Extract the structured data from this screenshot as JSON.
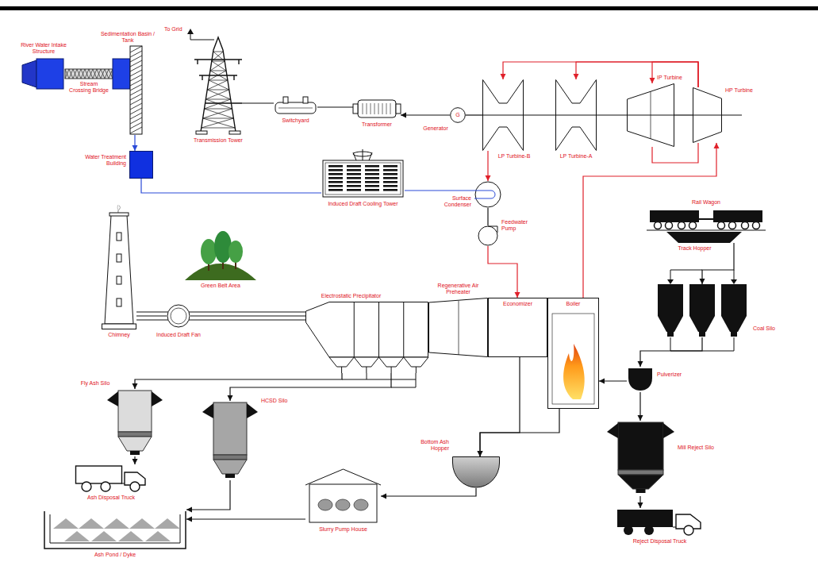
{
  "diagram": {
    "nodes": [
      {
        "text": [
          "River Water Intake Structure"
        ]
      },
      {
        "text": [
          "Stream Crossing Bridge"
        ]
      },
      {
        "text": [
          "Sedimentation Basin / Tank"
        ]
      },
      {
        "text": [
          "Water Treatment Building"
        ]
      },
      {
        "text": [
          "Transmission Tower"
        ]
      },
      {
        "text": [
          "Switchyard"
        ]
      },
      {
        "text": [
          "Transformer"
        ]
      },
      {
        "text": [
          "G",
          "Generator"
        ]
      },
      {
        "text": [
          "LP Turbine-B"
        ]
      },
      {
        "text": [
          "LP Turbine-A"
        ]
      },
      {
        "text": [
          "IP Turbine"
        ]
      },
      {
        "text": [
          "HP Turbine"
        ]
      },
      {
        "text": [
          "Induced Draft Cooling Tower"
        ]
      },
      {
        "text": [
          "Surface Condenser"
        ]
      },
      {
        "text": [
          "Feedwater Pump"
        ]
      },
      {
        "text": [
          "Rail Wagon"
        ]
      },
      {
        "text": [
          "Track Hopper"
        ]
      },
      {
        "text": [
          "Coal Silo"
        ]
      },
      {
        "text": [
          "Green Belt Area"
        ]
      },
      {
        "text": [
          "Chimney"
        ]
      },
      {
        "text": [
          "Induced Draft Fan"
        ]
      },
      {
        "text": [
          "Electrostatic Precipitator"
        ]
      },
      {
        "text": [
          "Regenerative Air Preheater"
        ]
      },
      {
        "text": [
          "Economizer"
        ]
      },
      {
        "text": [
          "Boiler"
        ]
      },
      {
        "text": [
          "Pulverizer"
        ]
      },
      {
        "text": [
          "Fly Ash Silo"
        ]
      },
      {
        "text": [
          "HCSD Silo"
        ]
      },
      {
        "text": [
          "Bottom Ash Hopper"
        ]
      },
      {
        "text": [
          "Mill Reject Silo"
        ]
      },
      {
        "text": [
          "Ash Disposal Truck"
        ]
      },
      {
        "text": [
          "Slurry Pump House"
        ]
      },
      {
        "text": [
          "Reject Disposal Truck"
        ]
      },
      {
        "text": [
          "Ash Pond / Dyke"
        ]
      }
    ],
    "edges": [
      {
        "from": 2,
        "to": 3,
        "arrow": "to"
      },
      {
        "from": 3,
        "to": 12,
        "arrow": "none"
      },
      {
        "from": 12,
        "to": 13,
        "arrow": "none"
      },
      {
        "from": 13,
        "to": 14,
        "arrow": "none"
      },
      {
        "from": 14,
        "to": 23,
        "arrow": "to"
      },
      {
        "from": 24,
        "to": 11,
        "arrow": "to"
      },
      {
        "from": 11,
        "to": 10,
        "arrow": "to"
      },
      {
        "from": 11,
        "to": 9,
        "arrow": "to"
      },
      {
        "from": 11,
        "to": 8,
        "arrow": "to"
      },
      {
        "from": 10,
        "to": 11,
        "arrow": "none"
      },
      {
        "from": 8,
        "to": 13,
        "arrow": "to"
      },
      {
        "from": 8,
        "to": 7,
        "arrow": "none"
      },
      {
        "from": 9,
        "to": 8,
        "arrow": "none"
      },
      {
        "from": 10,
        "to": 9,
        "arrow": "none"
      },
      {
        "from": 11,
        "to": 10,
        "arrow": "none"
      },
      {
        "from": 7,
        "to": 6,
        "arrow": "to"
      },
      {
        "from": 6,
        "to": 5,
        "arrow": "none"
      },
      {
        "from": 5,
        "to": 4,
        "arrow": "none"
      },
      {
        "from": 16,
        "to": 17,
        "arrow": "to"
      },
      {
        "from": 17,
        "to": 25,
        "arrow": "to"
      },
      {
        "from": 25,
        "to": 24,
        "arrow": "to"
      },
      {
        "from": 25,
        "to": 29,
        "arrow": "to"
      },
      {
        "from": 29,
        "to": 32,
        "arrow": "to"
      },
      {
        "from": 21,
        "to": 26,
        "arrow": "to"
      },
      {
        "from": 21,
        "to": 27,
        "arrow": "to"
      },
      {
        "from": 23,
        "to": 28,
        "arrow": "to"
      },
      {
        "from": 24,
        "to": 28,
        "arrow": "to"
      },
      {
        "from": 28,
        "to": 31,
        "arrow": "to"
      },
      {
        "from": 31,
        "to": 33,
        "arrow": "to"
      },
      {
        "from": 27,
        "to": 33,
        "arrow": "to"
      },
      {
        "from": 26,
        "to": 30,
        "arrow": "to"
      },
      {
        "from": 21,
        "to": 20,
        "arrow": "none"
      },
      {
        "from": 20,
        "to": 19,
        "arrow": "none"
      }
    ],
    "labels": [
      "To Grid"
    ]
  }
}
